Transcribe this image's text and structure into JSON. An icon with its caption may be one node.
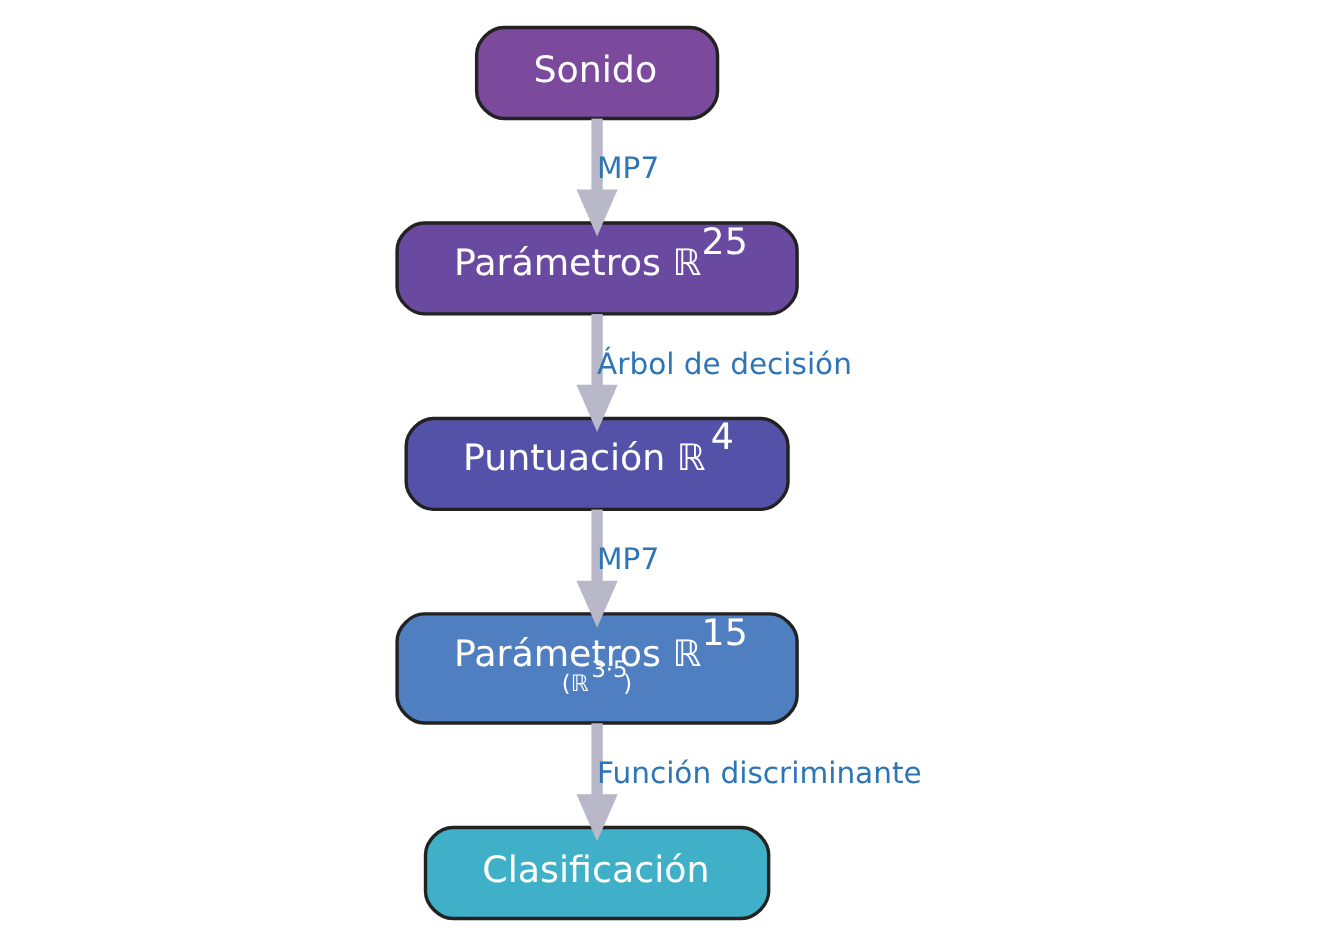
{
  "diagram": {
    "nodes": [
      {
        "text": [
          "Sonido"
        ]
      },
      {
        "text": [
          "Parámetros ℝ$^{25}$"
        ]
      },
      {
        "text": [
          "Puntuación ℝ$^{4}$"
        ]
      },
      {
        "text": [
          "Parámetros ℝ$^{15}$",
          "(ℝ$^{3·5}$)"
        ]
      },
      {
        "text": [
          "Clasificación"
        ]
      }
    ],
    "edges": [
      {
        "from": 0,
        "to": 1,
        "arrow": "to",
        "label": "MP7"
      },
      {
        "from": 1,
        "to": 2,
        "arrow": "to",
        "label": "Árbol de decisión"
      },
      {
        "from": 2,
        "to": 3,
        "arrow": "to",
        "label": "MP7"
      },
      {
        "from": 3,
        "to": 4,
        "arrow": "to",
        "label": "Función discriminante"
      }
    ]
  }
}
